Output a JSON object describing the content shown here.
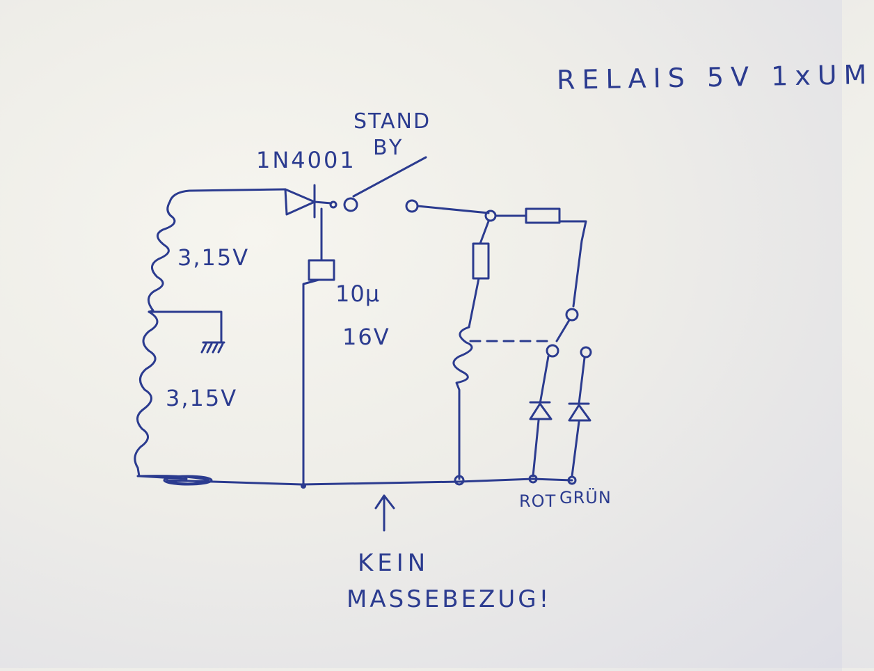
{
  "labels": {
    "title": "RELAIS 5V 1xUM",
    "standby_line1": "STAND",
    "standby_line2": "BY",
    "diode": "1N4001",
    "winding_top": "3,15V",
    "winding_bottom": "3,15V",
    "capacitor_value": "10µ",
    "capacitor_voltage": "16V",
    "led_red": "ROT",
    "led_green": "GRÜN",
    "note_line1": "KEIN",
    "note_line2": "MASSEBEZUG!"
  },
  "colors": {
    "ink": "#2b3b8f",
    "paper": "#efeee9"
  }
}
